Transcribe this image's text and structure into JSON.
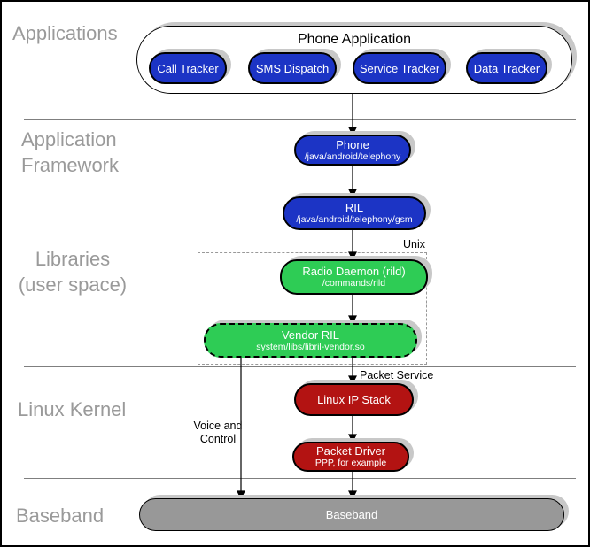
{
  "layer_labels": {
    "applications": "Applications",
    "framework_line1": "Application",
    "framework_line2": "Framework",
    "libraries_line1": "Libraries",
    "libraries_line2": "(user space)",
    "kernel": "Linux Kernel",
    "baseband": "Baseband"
  },
  "nodes": {
    "phone_application": {
      "title": "Phone Application"
    },
    "call_tracker": {
      "label": "Call Tracker"
    },
    "sms_dispatch": {
      "label": "SMS Dispatch"
    },
    "service_tracker": {
      "label": "Service Tracker"
    },
    "data_tracker": {
      "label": "Data Tracker"
    },
    "phone": {
      "title": "Phone",
      "subtitle": "/java/android/telephony"
    },
    "ril": {
      "title": "RIL",
      "subtitle": "/java/android/telephony/gsm"
    },
    "radio_daemon": {
      "title": "Radio Daemon (rild)",
      "subtitle": "/commands/rild"
    },
    "vendor_ril": {
      "title": "Vendor RIL",
      "subtitle": "system/libs/libril-vendor.so"
    },
    "linux_ip_stack": {
      "title": "Linux IP Stack"
    },
    "packet_driver": {
      "title": "Packet Driver",
      "subtitle": "PPP, for example"
    },
    "baseband_bar": {
      "title": "Baseband"
    }
  },
  "annotations": {
    "unix": "Unix",
    "voice_control_line1": "Voice and",
    "voice_control_line2": "Control",
    "packet_service": "Packet Service"
  },
  "colors": {
    "app_blue": "#1c34c5",
    "lib_green": "#2ecc55",
    "kernel_red": "#b31312",
    "baseband_gray": "#989898",
    "shadow_gray": "#c8c8c8",
    "label_gray": "#9a9a9a",
    "divider_gray": "#7f7f7f",
    "dashed_gray": "#999999"
  }
}
